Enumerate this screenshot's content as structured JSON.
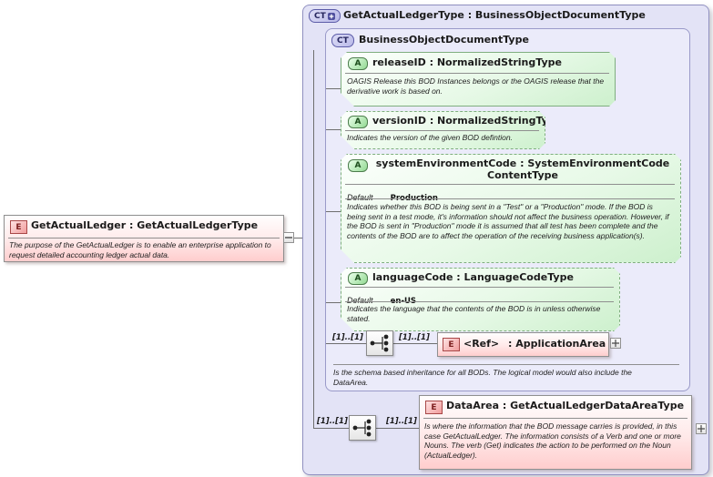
{
  "diagram": {
    "left_element": {
      "badge": "E",
      "title": "GetActualLedger : GetActualLedgerType",
      "description": "The purpose of the GetActualLedger is to enable an enterprise application to request detailed accounting ledger actual data."
    },
    "outer_type": {
      "badge": "CT",
      "title": "GetActualLedgerType : BusinessObjectDocumentType"
    },
    "base_type": {
      "badge": "CT",
      "title": "BusinessObjectDocumentType",
      "annotation": "Is the schema based inheritance for all BODs. The logical model would also include the DataArea."
    },
    "attributes": [
      {
        "badge": "A",
        "title": "releaseID : NormalizedStringType",
        "description": "OAGIS Release this BOD Instances belongs or the OAGIS release that the derivative work is based on."
      },
      {
        "badge": "A",
        "title": "versionID : NormalizedStringType",
        "description": "Indicates the version of the given BOD defintion."
      },
      {
        "badge": "A",
        "title": "systemEnvironmentCode : SystemEnvironmentCodeContentType",
        "default_label": "Default",
        "default_value": "Production",
        "description": "Indicates whether this BOD is being sent in a \"Test\" or a \"Production\" mode. If the BOD is being sent in a test mode, it's information should not affect the business operation. However, if the BOD is sent in \"Production\" mode it is assumed that all test has been complete and the contents of the BOD are to affect the operation of the receiving business application(s)."
      },
      {
        "badge": "A",
        "title": "languageCode : LanguageCodeType",
        "default_label": "Default",
        "default_value": "en-US",
        "description": "Indicates the language that the contents of the BOD is in unless otherwise stated."
      }
    ],
    "application_area": {
      "badge": "E",
      "name": "<Ref>",
      "type": ": ApplicationArea",
      "cardinality_left": "[1]..[1]",
      "cardinality_right": "[1]..[1]"
    },
    "data_area": {
      "badge": "E",
      "title": "DataArea : GetActualLedgerDataAreaType",
      "description": "Is where the information that the BOD message carries is provided, in this case GetActualLedger. The information consists of a Verb and one or more Nouns. The verb (Get) indicates the action to be performed on the Noun (ActualLedger).",
      "cardinality_left": "[1]..[1]",
      "cardinality_right": "[1]..[1]"
    },
    "colors": {
      "container_fill": "#e3e3f6",
      "container_border": "#9191c1",
      "attribute_fill": "#d9f4d9",
      "attribute_border": "#7fae7f",
      "element_fill": "#ffd9d9",
      "element_border": "#8f8f8f",
      "badge_element": "#f09c9c",
      "badge_attribute": "#92d992",
      "badge_complextype": "#b9b9e8"
    }
  }
}
